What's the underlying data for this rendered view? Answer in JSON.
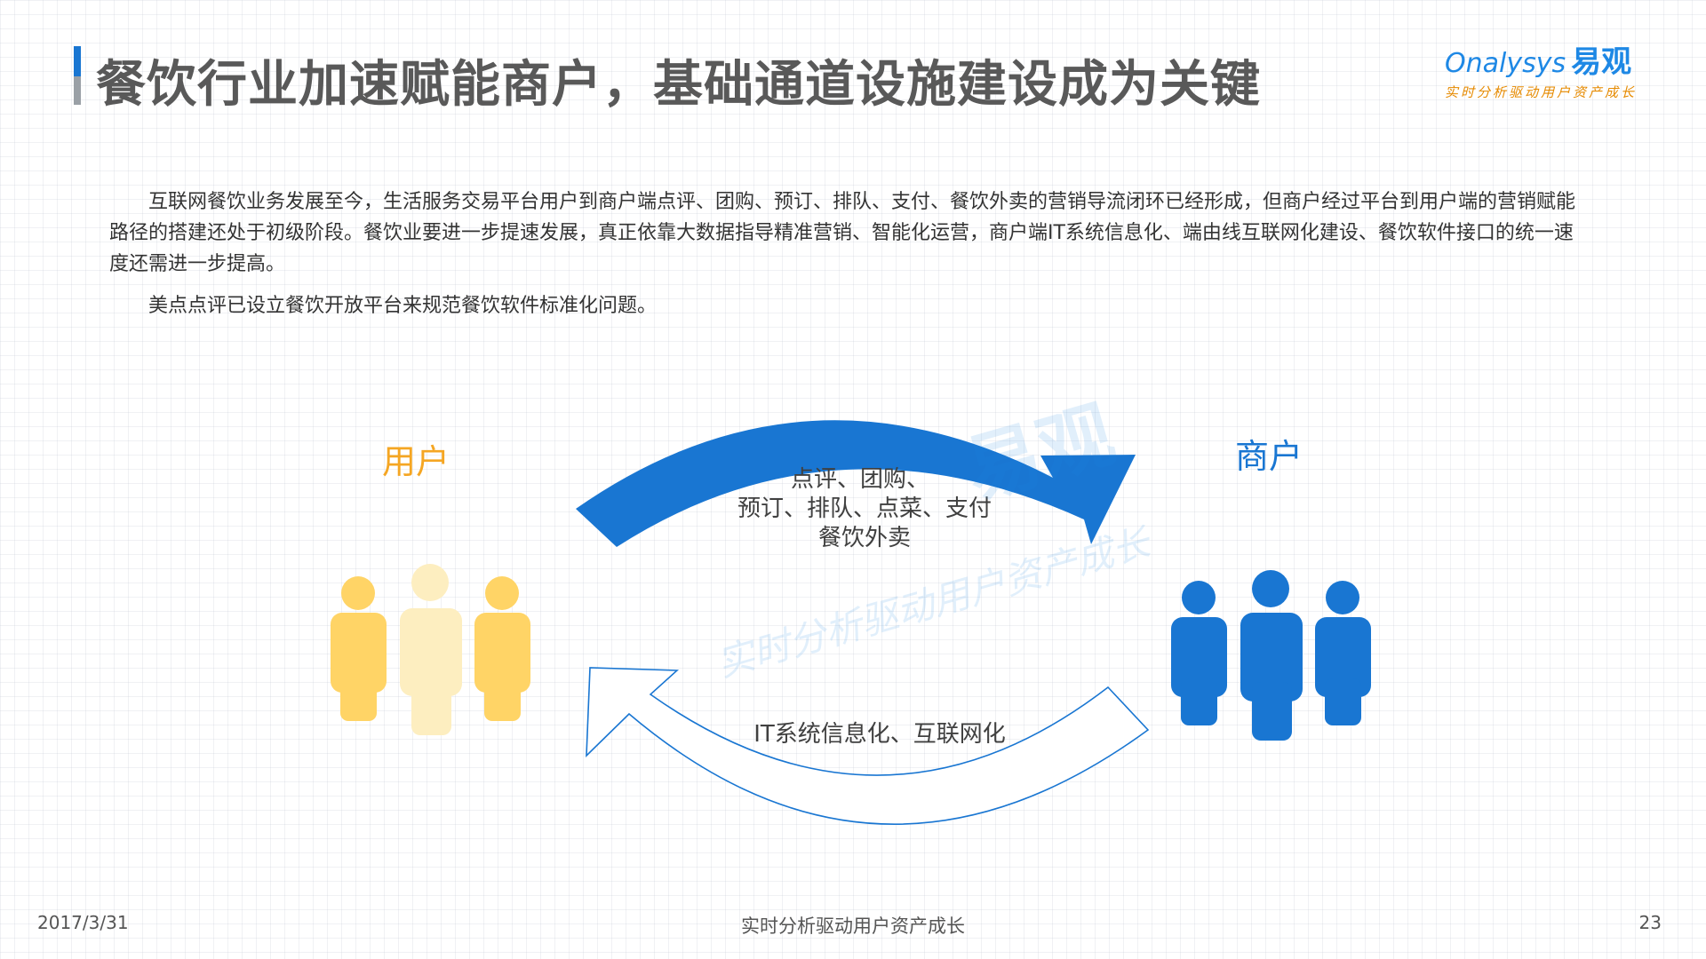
{
  "header": {
    "title": "餐饮行业加速赋能商户，基础通道设施建设成为关键"
  },
  "logo": {
    "brand_latin": "nalysys",
    "brand_cn": "易观",
    "slogan": "实时分析驱动用户资产成长"
  },
  "intro": {
    "paragraph1": "互联网餐饮业务发展至今，生活服务交易平台用户到商户端点评、团购、预订、排队、支付、餐饮外卖的营销导流闭环已经形成，但商户经过平台到用户端的营销赋能路径的搭建还处于初级阶段。餐饮业要进一步提速发展，真正依靠大数据指导精准营销、智能化运营，商户端IT系统信息化、端由线互联网化建设、餐饮软件接口的统一速度还需进一步提高。",
    "paragraph2": "美点点评已设立餐饮开放平台来规范餐饮软件标准化问题。"
  },
  "diagram": {
    "left_label": "用户",
    "right_label": "商户",
    "top_flow_lines": [
      "点评、团购、",
      "预订、排队、点菜、支付",
      "餐饮外卖"
    ],
    "bottom_flow": "IT系统信息化、互联网化",
    "colors": {
      "user_primary": "#ffd466",
      "user_secondary": "#fdeec0",
      "merchant": "#1976d2",
      "user_label": "#f5a623",
      "merchant_label": "#1976d2",
      "arrow_top": "#1976d2",
      "arrow_bottom_stroke": "#1976d2"
    }
  },
  "footer": {
    "date": "2017/3/31",
    "center": "实时分析驱动用户资产成长",
    "page": "23"
  }
}
